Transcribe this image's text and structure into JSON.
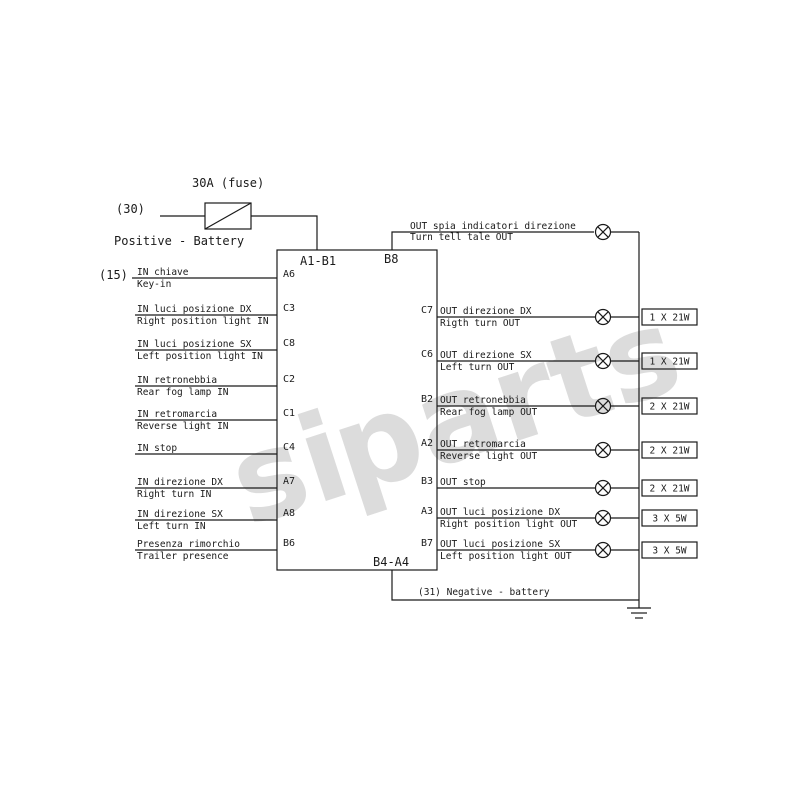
{
  "watermark": {
    "text1": "si",
    "text2": "parts"
  },
  "power": {
    "terminal": "(30)",
    "fuse": "30A (fuse)",
    "label": "Positive - Battery"
  },
  "module": {
    "top_label": "A1-B1",
    "top_right_pin": "B8",
    "bottom_label": "B4-A4"
  },
  "key_terminal": "(15)",
  "inputs": [
    {
      "pin": "A6",
      "it": "IN chiave",
      "en": "Key-in"
    },
    {
      "pin": "C3",
      "it": "IN luci posizione DX",
      "en": "Right position light IN"
    },
    {
      "pin": "C8",
      "it": "IN luci posizione SX",
      "en": "Left position light IN"
    },
    {
      "pin": "C2",
      "it": "IN retronebbia",
      "en": "Rear fog lamp IN"
    },
    {
      "pin": "C1",
      "it": "IN retromarcia",
      "en": "Reverse light IN"
    },
    {
      "pin": "C4",
      "it": "IN stop",
      "en": ""
    },
    {
      "pin": "A7",
      "it": "IN direzione DX",
      "en": "Right turn IN"
    },
    {
      "pin": "A8",
      "it": "IN direzione SX",
      "en": "Left turn IN"
    },
    {
      "pin": "B6",
      "it": "Presenza rimorchio",
      "en": "Trailer presence"
    }
  ],
  "telltale": {
    "it": "OUT spia indicatori direzione",
    "en": "Turn tell tale OUT"
  },
  "outputs": [
    {
      "pin": "C7",
      "it": "OUT direzione DX",
      "en": "Rigth turn OUT",
      "load": "1 X 21W"
    },
    {
      "pin": "C6",
      "it": "OUT direzione SX",
      "en": "Left turn OUT",
      "load": "1 X 21W"
    },
    {
      "pin": "B2",
      "it": "OUT retronebbia",
      "en": "Rear fog lamp OUT",
      "load": "2 X 21W"
    },
    {
      "pin": "A2",
      "it": "OUT retromarcia",
      "en": "Reverse light OUT",
      "load": "2 X 21W"
    },
    {
      "pin": "B3",
      "it": "OUT stop",
      "en": "",
      "load": "2 X 21W"
    },
    {
      "pin": "A3",
      "it": "OUT luci posizione DX",
      "en": "Right position light OUT",
      "load": "3 X 5W"
    },
    {
      "pin": "B7",
      "it": "OUT luci posizione SX",
      "en": "Left position light OUT",
      "load": "3 X 5W"
    }
  ],
  "ground": {
    "label": "(31) Negative - battery"
  }
}
